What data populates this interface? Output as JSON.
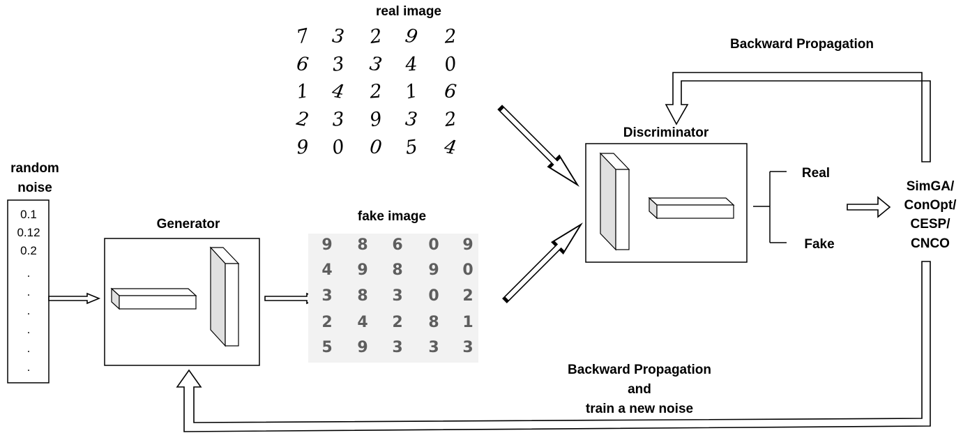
{
  "input": {
    "title_line1": "random",
    "title_line2": "noise",
    "values": [
      "0.1",
      "0.12",
      "0.2",
      ".",
      ".",
      ".",
      ".",
      ".",
      "."
    ]
  },
  "generator": {
    "label": "Generator"
  },
  "discriminator": {
    "label": "Discriminator"
  },
  "real_image": {
    "label": "real image",
    "digits": [
      [
        "7",
        "3",
        "2",
        "9",
        "2"
      ],
      [
        "6",
        "3",
        "3",
        "4",
        "0"
      ],
      [
        "1",
        "4",
        "2",
        "1",
        "6"
      ],
      [
        "2",
        "3",
        "9",
        "3",
        "2"
      ],
      [
        "9",
        "0",
        "0",
        "5",
        "4"
      ]
    ]
  },
  "fake_image": {
    "label": "fake image",
    "digits": [
      [
        "9",
        "8",
        "6",
        "0",
        "9"
      ],
      [
        "4",
        "9",
        "8",
        "9",
        "0"
      ],
      [
        "3",
        "8",
        "3",
        "0",
        "2"
      ],
      [
        "2",
        "4",
        "2",
        "8",
        "1"
      ],
      [
        "5",
        "9",
        "3",
        "3",
        "3"
      ]
    ]
  },
  "outputs": {
    "real": "Real",
    "fake": "Fake"
  },
  "optimizer": {
    "lines": [
      "SimGA/",
      "ConOpt/",
      "CESP/",
      "CNCO"
    ]
  },
  "feedback": {
    "top": "Backward Propagation",
    "bottom_line1": "Backward Propagation",
    "bottom_line2": "and",
    "bottom_line3": "train a new noise"
  }
}
